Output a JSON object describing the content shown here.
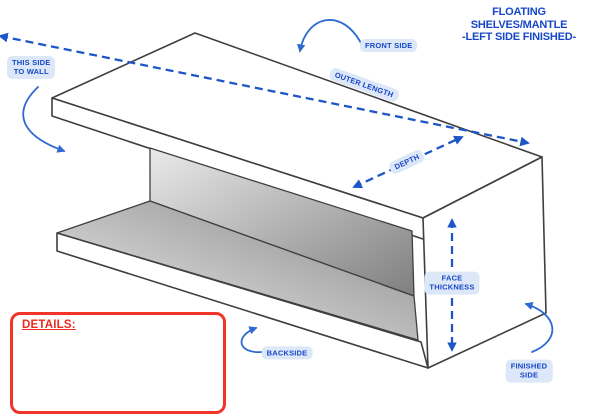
{
  "title": {
    "lines": [
      "FLOATING",
      "SHELVES/MANTLE",
      "-LEFT SIDE FINISHED-"
    ]
  },
  "callouts": {
    "this_side_to_wall": {
      "line1": "THIS SIDE",
      "line2": "TO WALL"
    },
    "front_side": {
      "label": "FRONT SIDE"
    },
    "outer_length": {
      "label": "OUTER LENGTH"
    },
    "depth": {
      "label": "DEPTH"
    },
    "face_thickness": {
      "line1": "FACE",
      "line2": "THICKNESS"
    },
    "backside": {
      "label": "BACKSIDE"
    },
    "finished_side": {
      "line1": "FINISHED",
      "line2": "SIDE"
    }
  },
  "details_box": {
    "heading": "DETAILS:"
  },
  "colors": {
    "title_blue": "#1747c8",
    "badge_text_blue": "#1747c8",
    "badge_bg": "#dce8f8",
    "dimension_arrow_blue": "#1e56c8",
    "callout_arrow_blue": "#2e6ad1",
    "details_red": "#f1352b",
    "outline_gray": "#3f3f3f"
  }
}
